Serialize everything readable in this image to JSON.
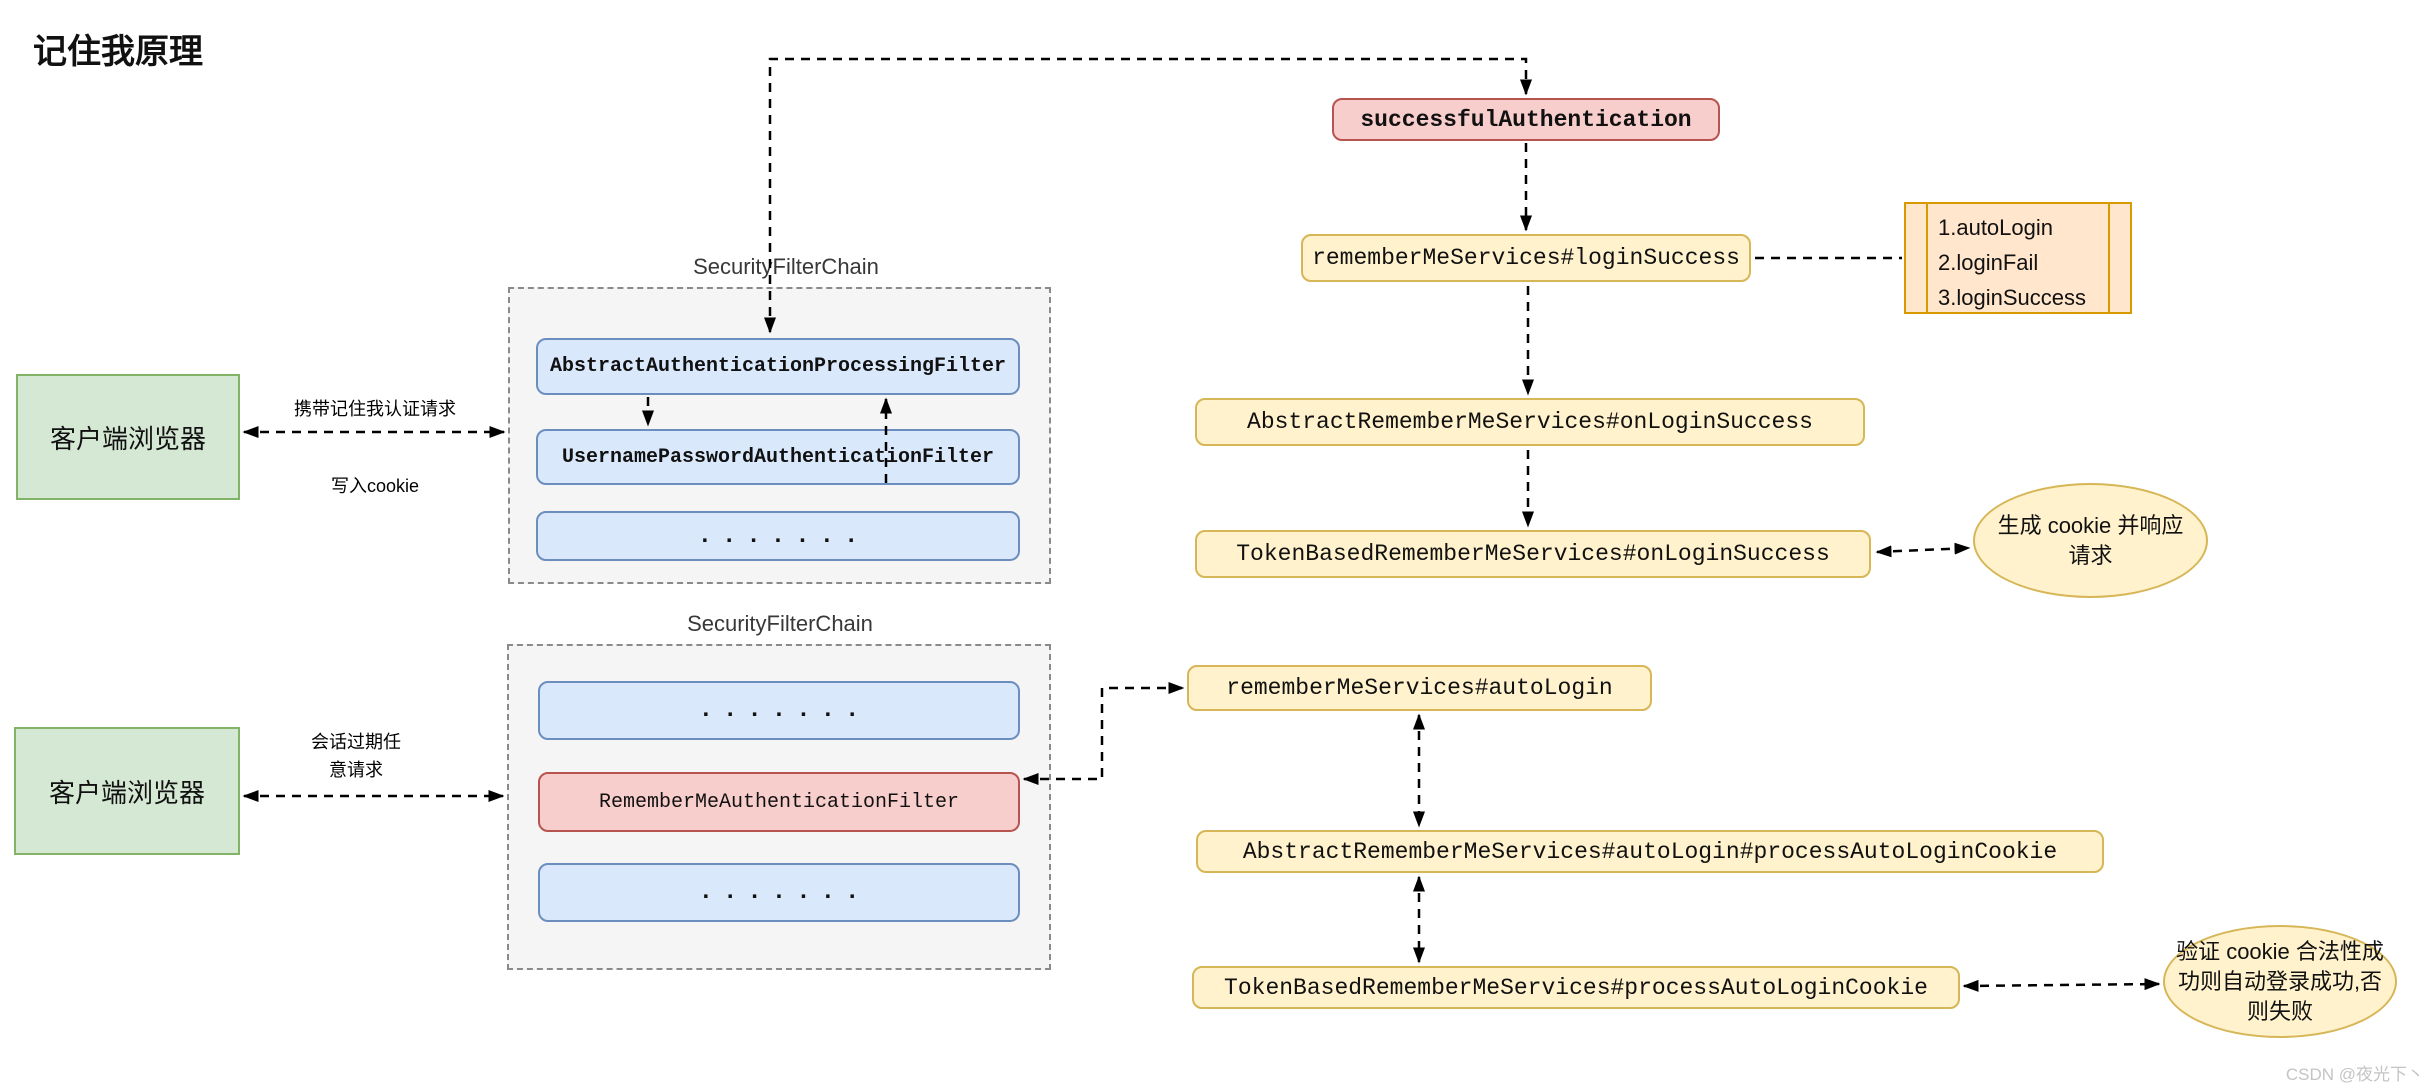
{
  "title": "记住我原理",
  "watermark": "CSDN @夜光下丶",
  "colors": {
    "green_fill": "#d5e8d4",
    "green_stroke": "#82b366",
    "blue_fill": "#dae8fc",
    "blue_stroke": "#6c8ebf",
    "red_fill": "#f8cecc",
    "red_stroke": "#b85450",
    "yellow_fill": "#fff2cc",
    "yellow_stroke": "#d6b656",
    "note_fill": "#ffe6cc",
    "note_stroke": "#d79b00",
    "chain_fill": "#f5f5f5",
    "chain_stroke": "#8a8a8a",
    "connector": "#000000"
  },
  "clients": {
    "top_label": "客户端浏览器",
    "bottom_label": "客户端浏览器"
  },
  "edges": {
    "carry_rememberme_request": "携带记住我认证请求",
    "write_cookie": "写入cookie",
    "session_expired_any_request": "会话过期任意请求"
  },
  "chain1": {
    "title": "SecurityFilterChain",
    "filters": {
      "f1": "AbstractAuthenticationProcessingFilter",
      "f2": "UsernamePasswordAuthenticationFilter",
      "f3": "......."
    }
  },
  "chain2": {
    "title": "SecurityFilterChain",
    "filters": {
      "f1": ".......",
      "f2": "RememberMeAuthenticationFilter",
      "f3": "......."
    }
  },
  "flow": {
    "successful_authentication": "successfulAuthentication",
    "login_success": "rememberMeServices#loginSuccess",
    "note": {
      "line1": "1.autoLogin",
      "line2": "2.loginFail",
      "line3": "3.loginSuccess"
    },
    "abstract_on_login_success": "AbstractRememberMeServices#onLoginSuccess",
    "token_on_login_success": "TokenBasedRememberMeServices#onLoginSuccess",
    "generate_cookie": "生成 cookie 并响应请求",
    "auto_login": "rememberMeServices#autoLogin",
    "abstract_process_cookie": "AbstractRememberMeServices#autoLogin#processAutoLoginCookie",
    "token_process_cookie": "TokenBasedRememberMeServices#processAutoLoginCookie",
    "validate_cookie": "验证 cookie 合法性成功则自动登录成功,否则失败"
  }
}
